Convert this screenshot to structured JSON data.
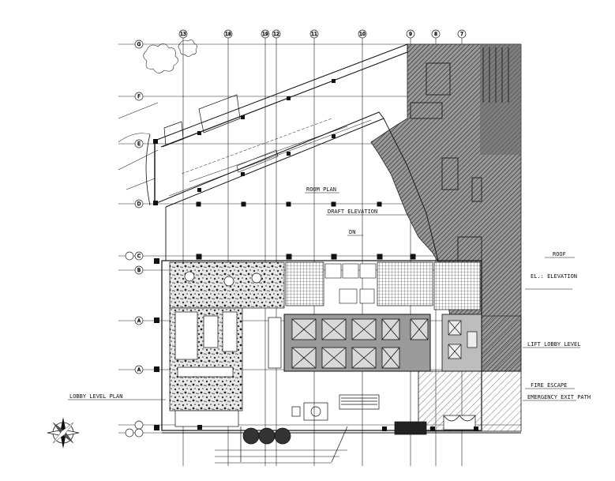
{
  "drawing": {
    "grid_bubbles_top": [
      "13",
      "18",
      "19",
      "12",
      "11",
      "10",
      "9",
      "8",
      "7"
    ],
    "grid_bubbles_left": [
      "G",
      "F",
      "E",
      "D",
      "C",
      "B",
      "A",
      "A"
    ],
    "annotations": {
      "center_room": "ROOM PLAN",
      "center_dims": "DRAFT ELEVATION",
      "small_note": "DN",
      "right_1": "ROOF",
      "right_2": "EL.: ELEVATION",
      "right_3": "LIFT LOBBY LEVEL",
      "right_4": "FIRE ESCAPE",
      "right_5": "EMERGENCY EXIT PATH",
      "lobby": "LOBBY LEVEL PLAN"
    },
    "colors": {
      "line": "#111111",
      "hatch_dark": "#555555",
      "hatch_mid": "#8a8a8a",
      "hatch_light": "#bdbdbd"
    },
    "icons": {
      "compass": "north-arrow-icon"
    }
  }
}
